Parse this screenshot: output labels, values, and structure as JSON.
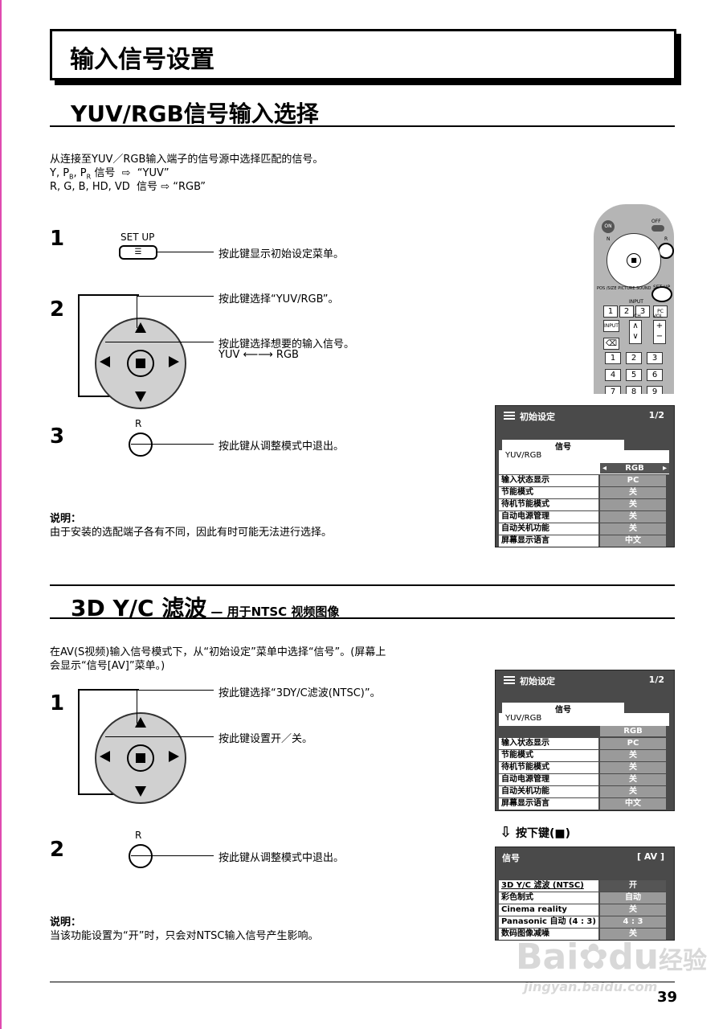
{
  "page_title": "输入信号设置",
  "section1": {
    "title": "YUV/RGB信号输入选择",
    "intro_1": "从连接至YUV／RGB输入端子的信号源中选择匹配的信号。",
    "intro_2a": "Y, P",
    "intro_2b": "B",
    "intro_2c": ", P",
    "intro_2d": "R",
    "intro_2e": " 信号",
    "intro_2f": "“YUV”",
    "intro_3a": "R, G, B, HD, VD  信号",
    "intro_3b": "“RGB”",
    "step1_num": "1",
    "step1_key": "SET UP",
    "step1_text": "按此键显示初始设定菜单。",
    "step2_num": "2",
    "step2_text_a": "按此键选择“YUV/RGB”。",
    "step2_text_b": "按此键选择想要的输入信号。",
    "step2_yuv": "YUV",
    "step2_rgb": "RGB",
    "step3_num": "3",
    "step3_key": "R",
    "step3_text": "按此键从调整模式中退出。",
    "note_title": "说明：",
    "note_text": "由于安装的选配端子各有不同，因此有时可能无法进行选择。"
  },
  "menu1": {
    "title": "初始设定",
    "page": "1/2",
    "signal_tab": "信号",
    "yuvrgb_label": "YUV/RGB",
    "yuvrgb_value": "RGB",
    "rows": [
      {
        "k": "输入状态显示",
        "v": "PC"
      },
      {
        "k": "节能模式",
        "v": "关"
      },
      {
        "k": "待机节能模式",
        "v": "关"
      },
      {
        "k": "自动电源管理",
        "v": "关"
      },
      {
        "k": "自动关机功能",
        "v": "关"
      },
      {
        "k": "屏幕显示语言",
        "v": "中文"
      }
    ]
  },
  "remote": {
    "on": "ON",
    "off": "OFF",
    "n": "N",
    "r": "R",
    "setup": "SET UP",
    "input": "INPUT",
    "ch": "CH",
    "vol": "VOL",
    "pc": "PC",
    "keys": [
      "1",
      "2",
      "3",
      "4",
      "5",
      "6",
      "7",
      "8",
      "9"
    ]
  },
  "section2": {
    "title": "3D Y/C 滤波",
    "subtitle": "— 用于NTSC 视频图像",
    "intro_1": "在AV(S视频)输入信号模式下，从“初始设定”菜单中选择“信号”。(屏幕上",
    "intro_2": "会显示“信号[AV]”菜单。)",
    "step1_num": "1",
    "step1_text_a": "按此键选择“3DY/C滤波(NTSC)”。",
    "step1_text_b": "按此键设置开／关。",
    "step2_num": "2",
    "step2_key": "R",
    "step2_text": "按此键从调整模式中退出。",
    "note_title": "说明：",
    "note_text": "当该功能设置为“开”时，只会对NTSC输入信号产生影响。",
    "press_down": "按下键(■)"
  },
  "menu2": {
    "title": "初始设定",
    "page": "1/2",
    "signal_tab": "信号",
    "yuvrgb_label": "YUV/RGB",
    "yuvrgb_value": "RGB",
    "rows": [
      {
        "k": "输入状态显示",
        "v": "PC"
      },
      {
        "k": "节能模式",
        "v": "关"
      },
      {
        "k": "待机节能模式",
        "v": "关"
      },
      {
        "k": "自动电源管理",
        "v": "关"
      },
      {
        "k": "自动关机功能",
        "v": "关"
      },
      {
        "k": "屏幕显示语言",
        "v": "中文"
      }
    ]
  },
  "menu3": {
    "title": "信号",
    "mode": "[ AV ]",
    "rows": [
      {
        "k": "3D Y/C 滤波 (NTSC)",
        "v": "开"
      },
      {
        "k": "彩色制式",
        "v": "自动"
      },
      {
        "k": "Cinema reality",
        "v": "关"
      },
      {
        "k": "Panasonic 自动 (4 : 3)",
        "v": "4 : 3"
      },
      {
        "k": "数码图像减噪",
        "v": "关"
      }
    ]
  },
  "page_number": "39",
  "watermark": {
    "main": "Bai",
    "du": "du",
    "jy": "经验",
    "url": "jingyan.baidu.com"
  }
}
